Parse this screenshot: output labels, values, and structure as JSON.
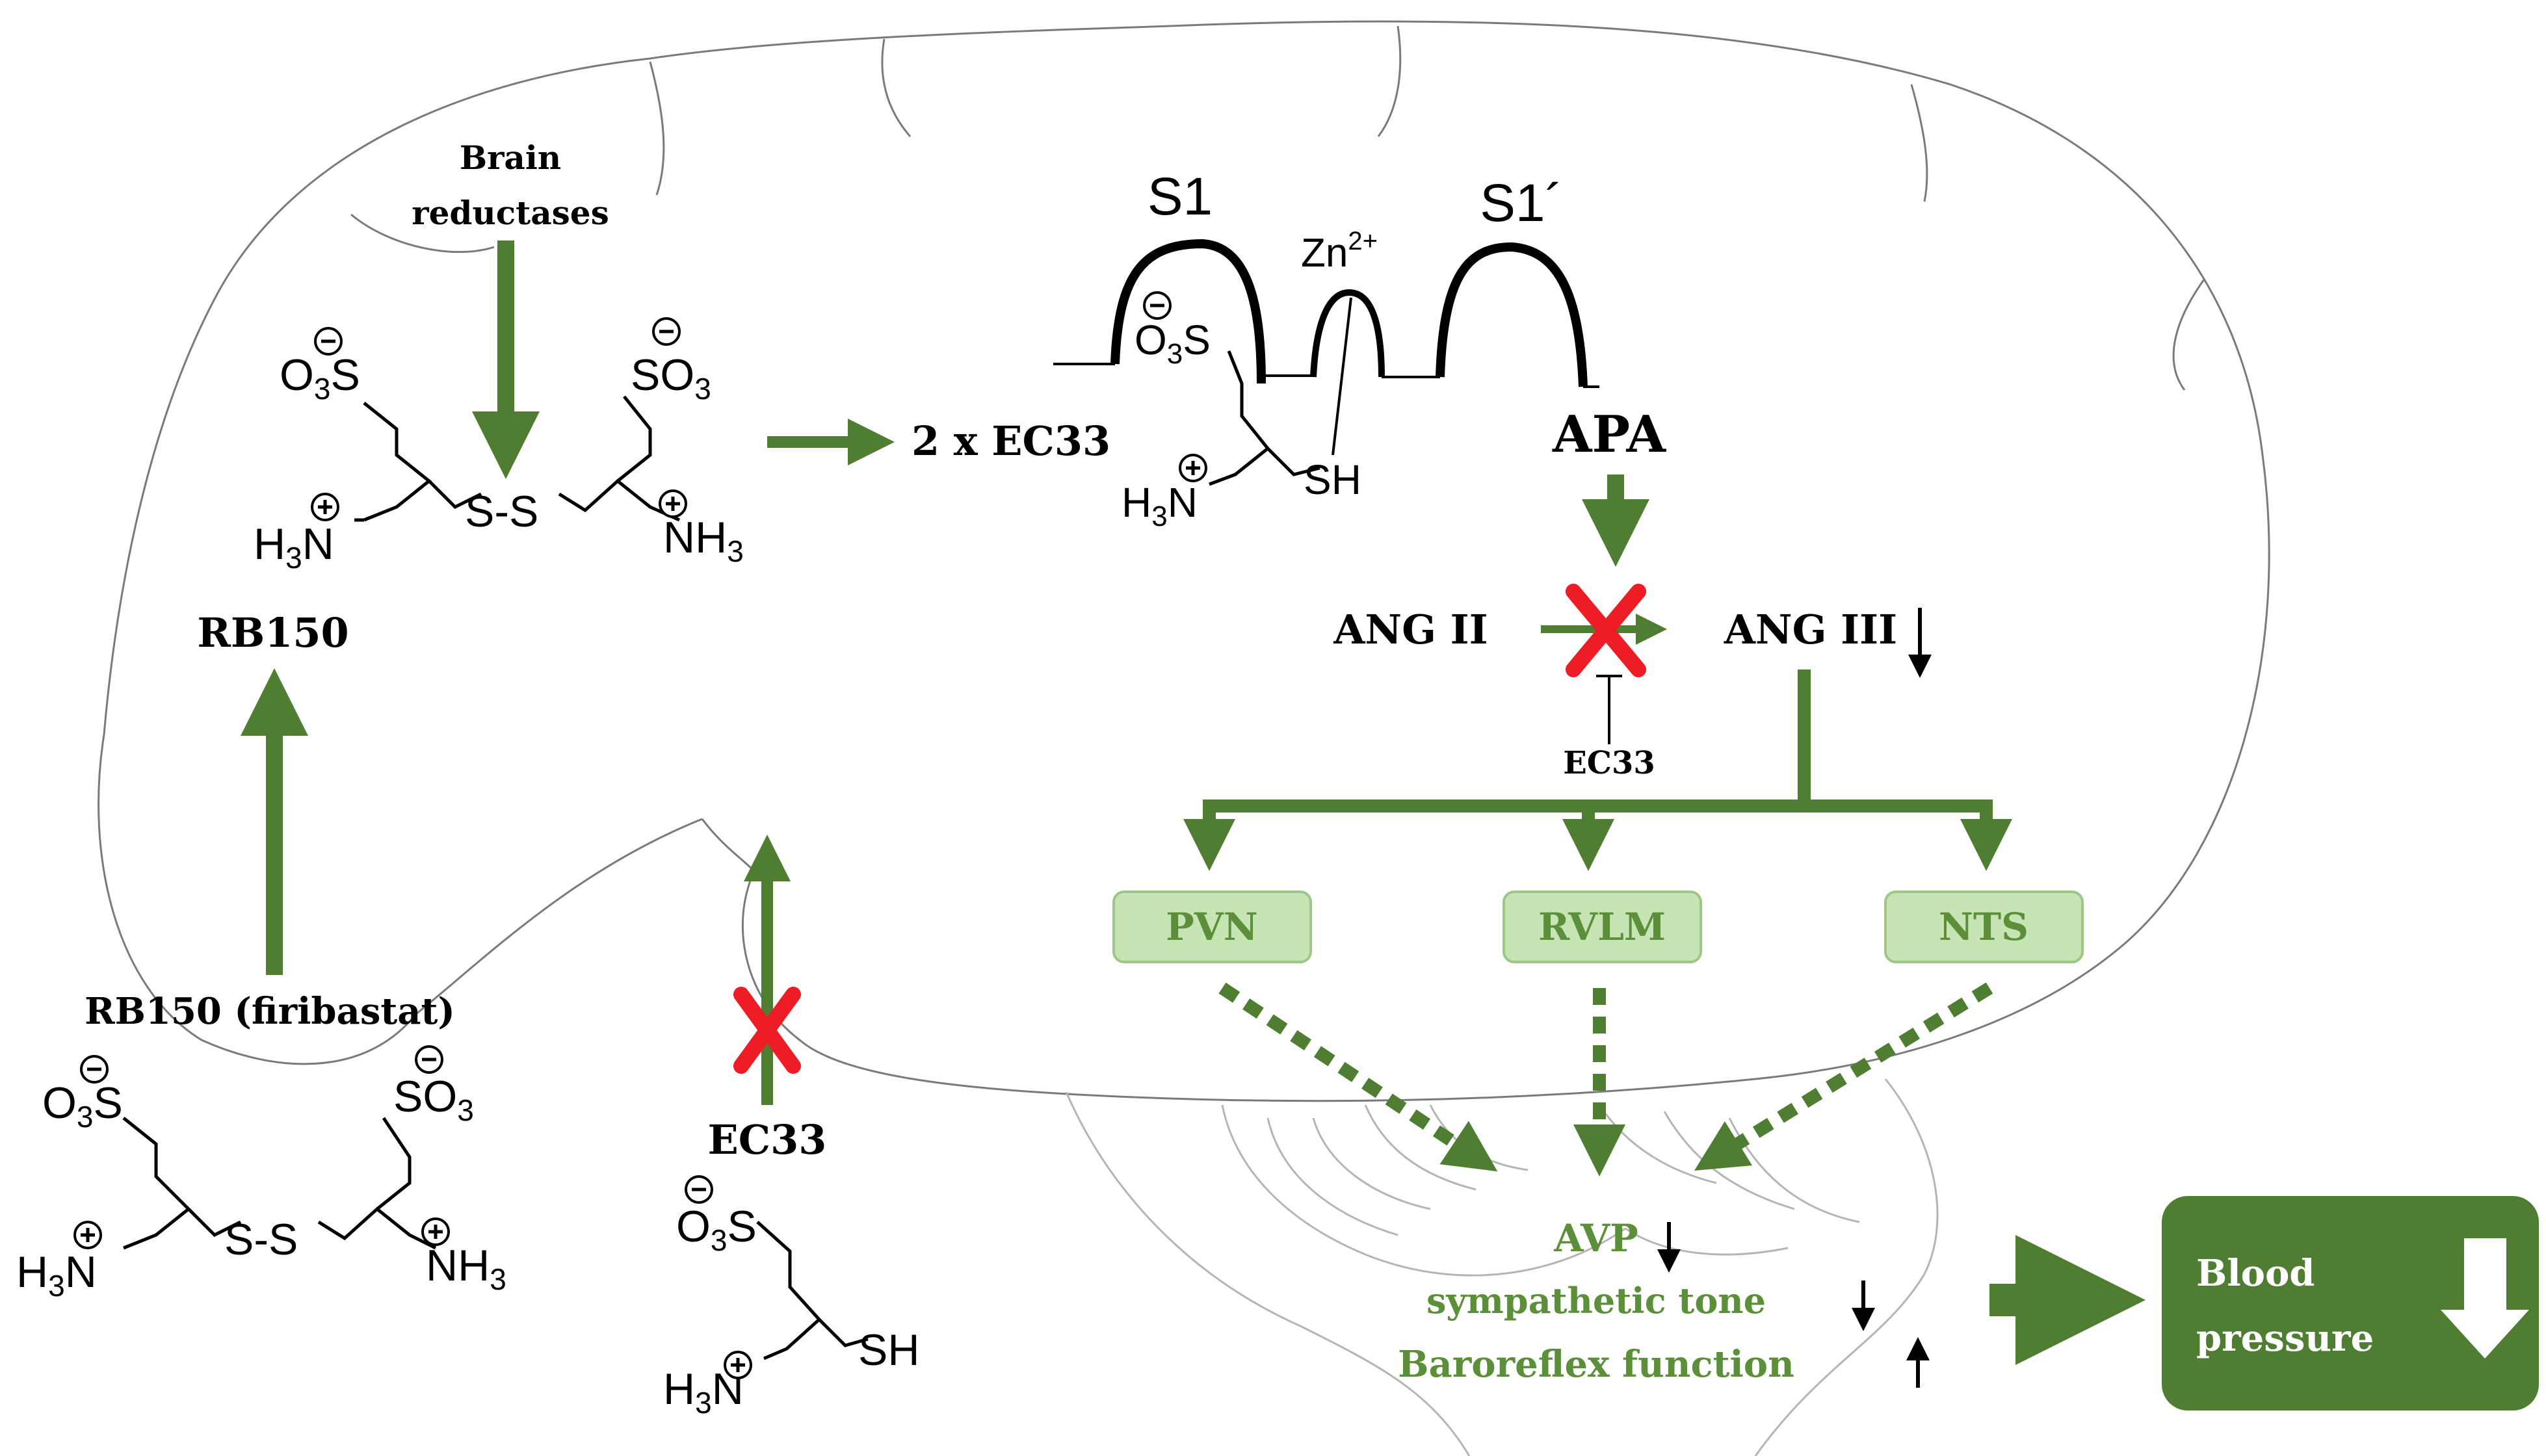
{
  "colors": {
    "arrow_green": "#4f7d31",
    "box_fill": "#c7e4b5",
    "box_stroke": "#9cc787",
    "box_text": "#5b8f3a",
    "final_box": "#4f7d31",
    "cross_red": "#ee1c24",
    "outline": "#7a7a7a"
  },
  "labels": {
    "brain_reductases_1": "Brain",
    "brain_reductases_2": "reductases",
    "rb150": "RB150",
    "rb150_firibastat": "RB150 (firibastat)",
    "two_x_ec33": "2 x EC33",
    "ec33_lower": "EC33",
    "ec33_inhibitor": "EC33",
    "s1": "S1",
    "s1_prime": "S1´",
    "zn": "Zn",
    "zn_charge": "2+",
    "apa": "APA",
    "ang_ii": "ANG II",
    "ang_iii": "ANG III",
    "pvn": "PVN",
    "rvlm": "RVLM",
    "nts": "NTS",
    "avp": "AVP",
    "sympathetic_tone": "sympathetic tone",
    "baroreflex_function": "Baroreflex function",
    "blood_pressure_1": "Blood",
    "blood_pressure_2": "pressure"
  },
  "chem": {
    "o3s": "O",
    "o3s_sub": "3",
    "o3s_s": "S",
    "so3_s": "SO",
    "so3_sub": "3",
    "h3n_h": "H",
    "h3n_sub": "3",
    "h3n_n": "N",
    "nh3": "NH",
    "nh3_sub": "3",
    "ss": "S-S",
    "sh": "SH",
    "minus": "−",
    "plus": "+"
  }
}
